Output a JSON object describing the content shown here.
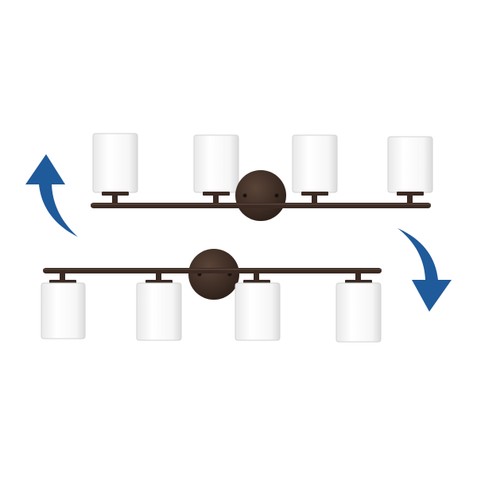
{
  "colors": {
    "background": "#ffffff",
    "bronze": "#3a2a23",
    "bronze_highlight": "#5a4438",
    "glass": "#f4f4f4",
    "glass_shade": "#dcdcdc",
    "arrow": "#1f5a9a"
  },
  "fixtures": [
    {
      "name": "upright-vanity-fixture",
      "orientation": "shades-up",
      "shade_count": 4
    },
    {
      "name": "inverted-vanity-fixture",
      "orientation": "shades-down",
      "shade_count": 4
    }
  ],
  "arrows": [
    {
      "name": "rotate-arrow-left",
      "direction": "up"
    },
    {
      "name": "rotate-arrow-right",
      "direction": "down"
    }
  ]
}
